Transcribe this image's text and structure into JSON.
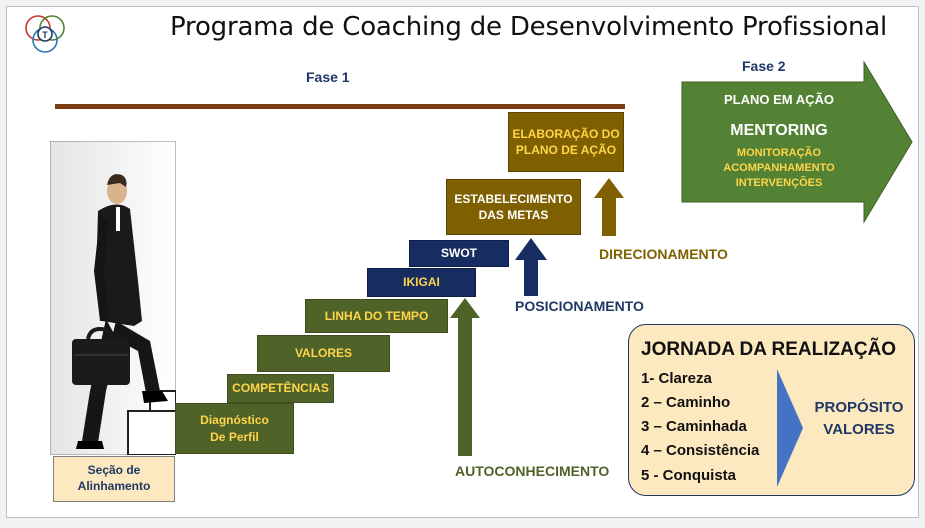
{
  "title": "Programa de Coaching de Desenvolvimento Profissional",
  "fase1": "Fase  1",
  "fase2": "Fase  2",
  "steps": [
    "Diagnóstico",
    "De Perfil",
    "COMPETÊNCIAS",
    "VALORES",
    "LINHA DO TEMPO",
    "IKIGAI",
    "SWOT",
    "ESTABELECIMENTO",
    "DAS METAS",
    "ELABORAÇÃO DO",
    "PLANO DE AÇÃO"
  ],
  "arrows": {
    "autoconhecimento": "AUTOCONHECIMENTO",
    "posicionamento": "POSICIONAMENTO",
    "direcionamento": "DIRECIONAMENTO"
  },
  "fase2_box": {
    "line1": "PLANO EM AÇÃO",
    "line2": "MENTORING",
    "line3": "MONITORAÇÃO",
    "line4": "ACOMPANHAMENTO",
    "line5": "INTERVENÇÕES"
  },
  "jornada": {
    "title": "JORNADA DA REALIZAÇÃO",
    "items": [
      "1- Clareza",
      "2 – Caminho",
      "3 – Caminhada",
      "4 – Consistência",
      "5 - Conquista"
    ],
    "purpose1": "PROPÓSITO",
    "purpose2": "VALORES"
  },
  "alinhamento": {
    "line1": "Seção de",
    "line2": "Alinhamento"
  },
  "colors": {
    "green": "#4f6228",
    "navy": "#172d61",
    "brown": "#7f6000",
    "bright_green": "#548235",
    "jornada_bg": "#fde9bf"
  }
}
